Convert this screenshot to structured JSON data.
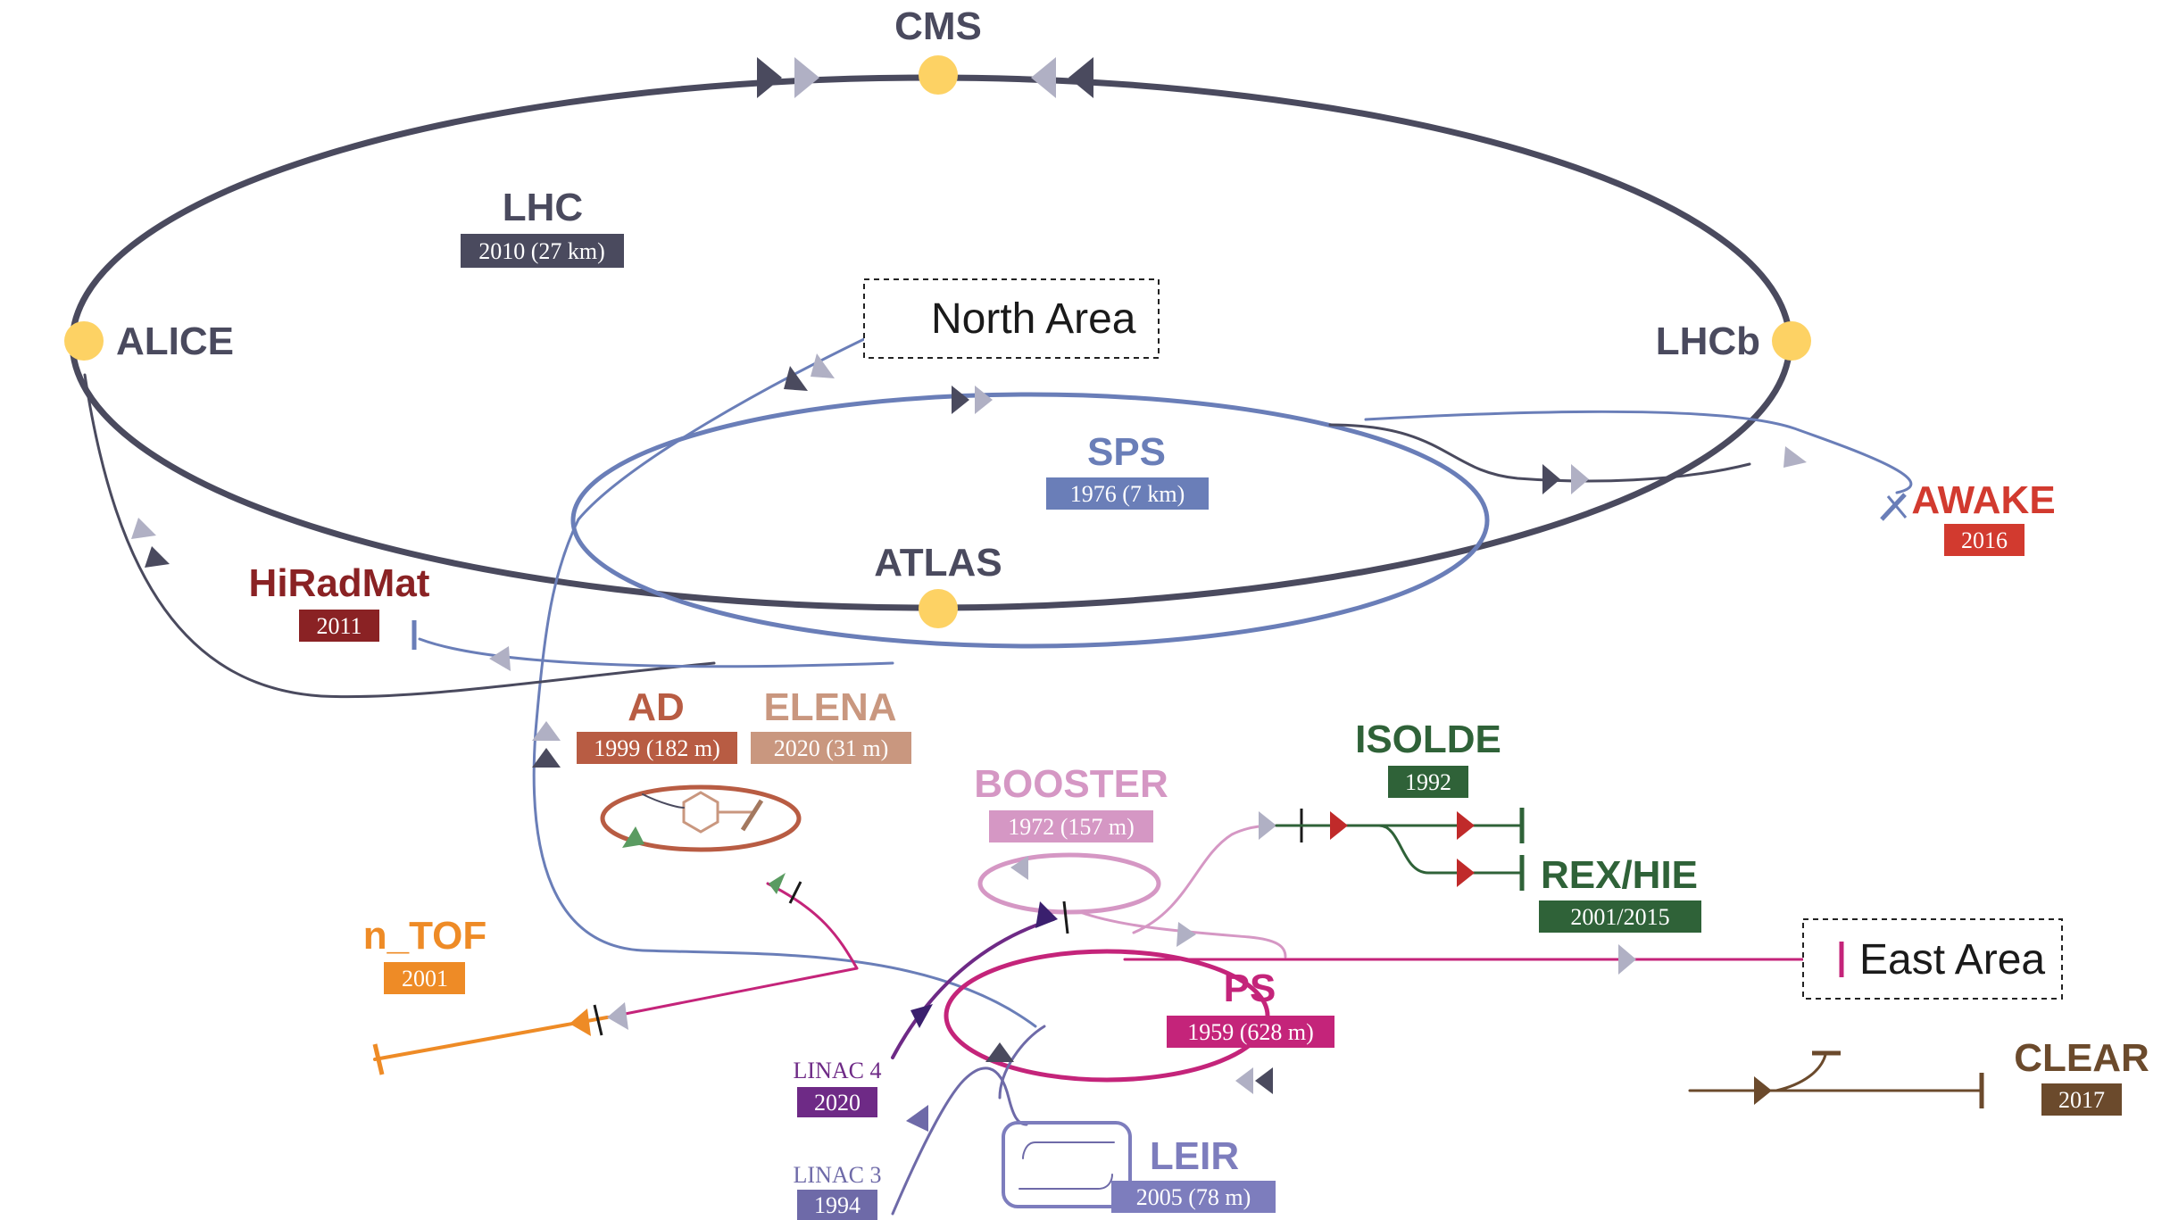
{
  "colors": {
    "lhc": "#4a4a5e",
    "sps": "#6a7eb8",
    "ps": "#c4247a",
    "booster": "#d597c4",
    "ad": "#b85c43",
    "elena": "#c9977f",
    "isolde": "#2f6238",
    "awake": "#d23a2f",
    "hiradmat": "#8a2224",
    "ntof": "#ee8b26",
    "linac4": "#6e2a86",
    "linac3": "#6e6aa8",
    "leir": "#7d7dbd",
    "clear": "#6b4a2c",
    "experiment": "#fdd264",
    "arrow_grey": "#b0b0c4"
  },
  "accelerators": {
    "lhc": {
      "name": "LHC",
      "info": "2010 (27 km)"
    },
    "sps": {
      "name": "SPS",
      "info": "1976 (7 km)"
    },
    "ps": {
      "name": "PS",
      "info": "1959 (628 m)"
    },
    "booster": {
      "name": "BOOSTER",
      "info": "1972 (157 m)"
    },
    "ad": {
      "name": "AD",
      "info": "1999 (182 m)"
    },
    "elena": {
      "name": "ELENA",
      "info": "2020 (31 m)"
    },
    "leir": {
      "name": "LEIR",
      "info": "2005 (78 m)"
    },
    "linac4": {
      "name": "LINAC 4",
      "info": "2020"
    },
    "linac3": {
      "name": "LINAC 3",
      "info": "1994"
    }
  },
  "experiments": {
    "cms": "CMS",
    "alice": "ALICE",
    "lhcb": "LHCb",
    "atlas": "ATLAS"
  },
  "facilities": {
    "north_area": "North Area",
    "east_area": "East Area",
    "awake": {
      "name": "AWAKE",
      "info": "2016"
    },
    "hiradmat": {
      "name": "HiRadMat",
      "info": "2011"
    },
    "isolde": {
      "name": "ISOLDE",
      "info": "1992"
    },
    "rexhie": {
      "name": "REX/HIE",
      "info": "2001/2015"
    },
    "ntof": {
      "name": "n_TOF",
      "info": "2001"
    },
    "clear": {
      "name": "CLEAR",
      "info": "2017"
    }
  }
}
